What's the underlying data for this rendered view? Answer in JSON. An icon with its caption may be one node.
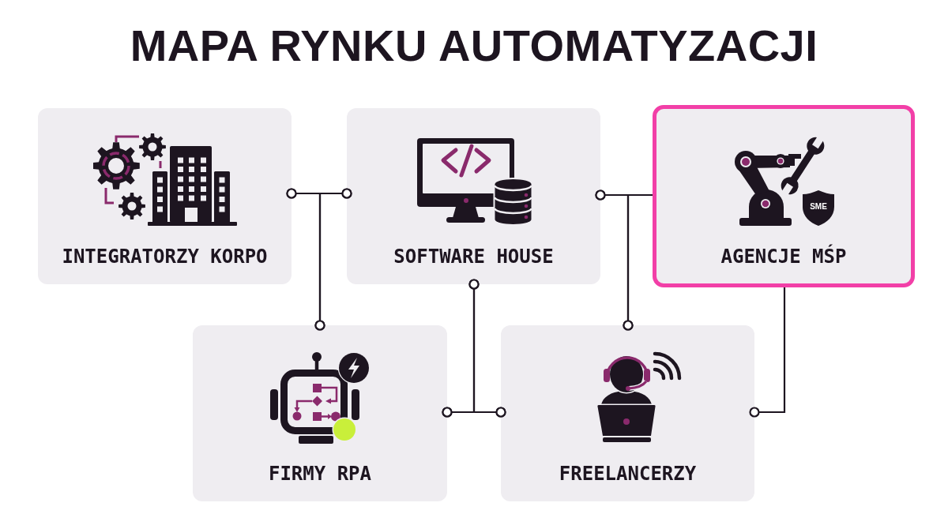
{
  "diagram": {
    "title": "MAPA RYNKU AUTOMATYZACJI",
    "nodes": [
      {
        "text": [
          "INTEGRATORZY KORPO"
        ]
      },
      {
        "text": [
          "SOFTWARE HOUSE"
        ]
      },
      {
        "text": [
          "AGENCJE MŚP"
        ]
      },
      {
        "text": [
          "FIRMY RPA"
        ]
      },
      {
        "text": [
          "FREELANCERZY"
        ]
      }
    ],
    "edges": [
      {
        "from": 0,
        "to": 1,
        "arrow": "other"
      },
      {
        "from": 0,
        "to": 3,
        "arrow": "other"
      },
      {
        "from": 1,
        "to": 3,
        "arrow": "other"
      },
      {
        "from": 1,
        "to": 2,
        "arrow": "other"
      },
      {
        "from": 1,
        "to": 4,
        "arrow": "other"
      },
      {
        "from": 2,
        "to": 4,
        "arrow": "other"
      },
      {
        "from": 1,
        "to": 3,
        "arrow": "other"
      },
      {
        "from": 1,
        "to": 4,
        "arrow": "other"
      },
      {
        "from": 3,
        "to": 4,
        "arrow": "other"
      },
      {
        "from": 2,
        "to": 4,
        "arrow": "other"
      }
    ],
    "labels": [
      "SME"
    ]
  }
}
